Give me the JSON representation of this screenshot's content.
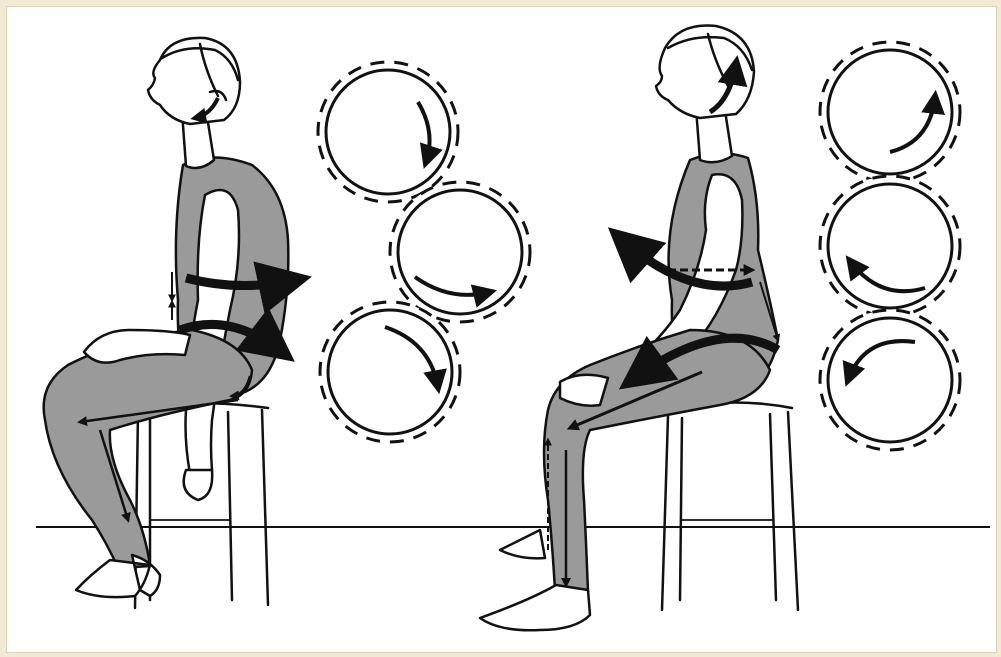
{
  "figure": {
    "panels": [
      {
        "posture": "slumped-sitting",
        "gear_rotation": "clockwise"
      },
      {
        "posture": "upright-sitting",
        "gear_rotation": "counter-clockwise"
      }
    ],
    "colors": {
      "background": "#f3ead6",
      "paper": "#ffffff",
      "ink": "#111111",
      "body_fill": "#9a9a9a"
    }
  }
}
